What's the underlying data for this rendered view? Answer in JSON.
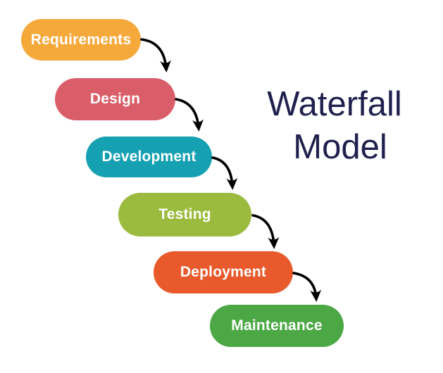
{
  "background_color": "#FFFFFF",
  "title": {
    "line1": "Waterfall",
    "line2": "Model",
    "color": "#20204E"
  },
  "stages": [
    {
      "label": "Requirements",
      "color": "#F6A93B"
    },
    {
      "label": "Design",
      "color": "#D95E69"
    },
    {
      "label": "Development",
      "color": "#16A1B2"
    },
    {
      "label": "Testing",
      "color": "#9ABB3E"
    },
    {
      "label": "Deployment",
      "color": "#E8592B"
    },
    {
      "label": "Maintenance",
      "color": "#4CA845"
    }
  ],
  "label_text_color": "#FFFFFF",
  "arrow_color": "#000000"
}
